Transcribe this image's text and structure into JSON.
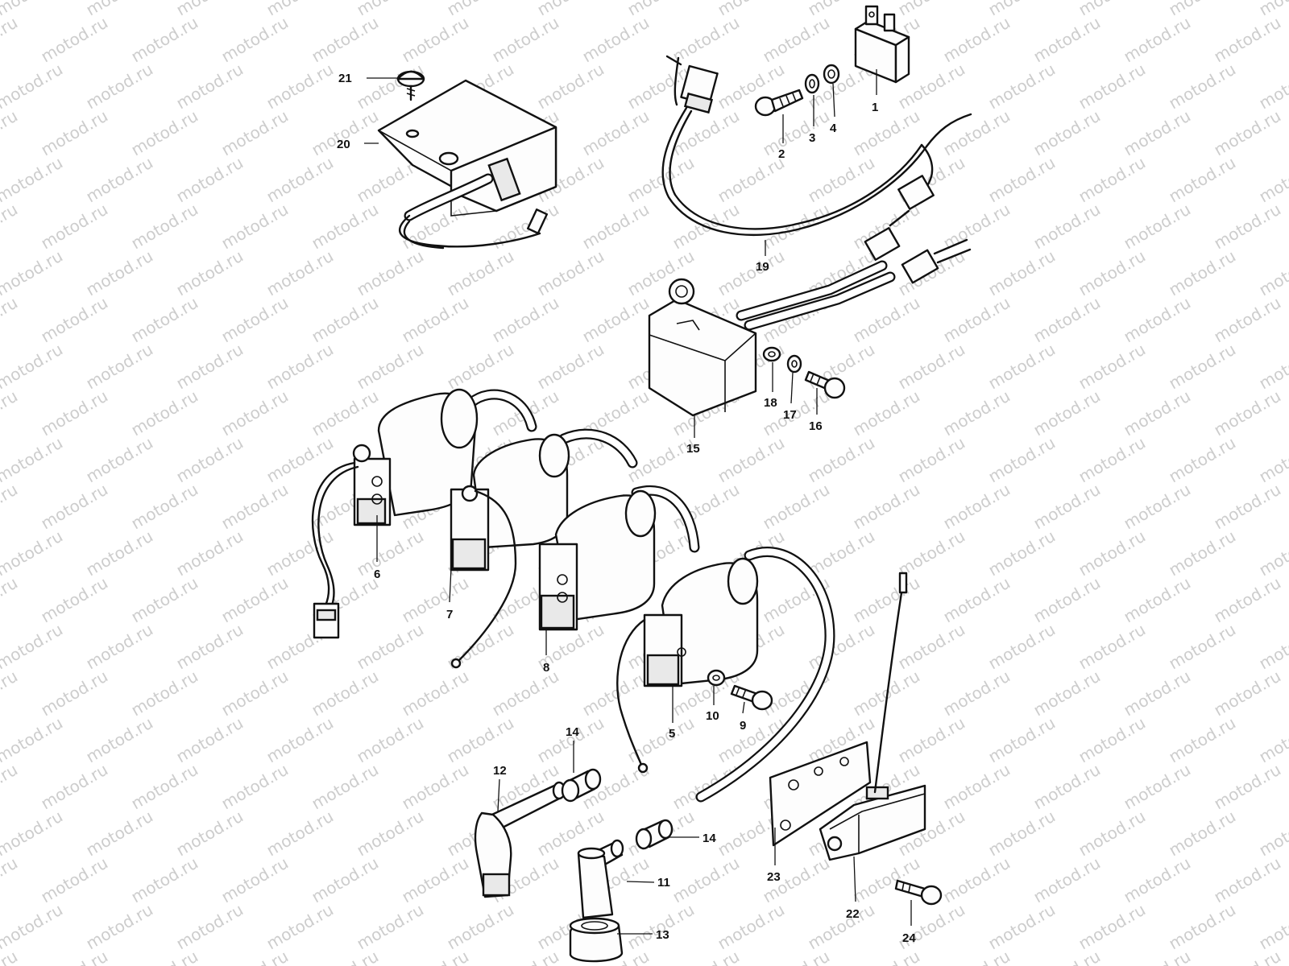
{
  "watermark": "motod.ru",
  "callouts": {
    "c1": "1",
    "c2": "2",
    "c3": "3",
    "c4": "4",
    "c5": "5",
    "c6": "6",
    "c7": "7",
    "c8": "8",
    "c9": "9",
    "c10": "10",
    "c11": "11",
    "c12": "12",
    "c13": "13",
    "c14a": "14",
    "c14b": "14",
    "c15": "15",
    "c16": "16",
    "c17": "17",
    "c18": "18",
    "c19": "19",
    "c20": "20",
    "c21": "21",
    "c22": "22",
    "c23": "23",
    "c24": "24"
  }
}
